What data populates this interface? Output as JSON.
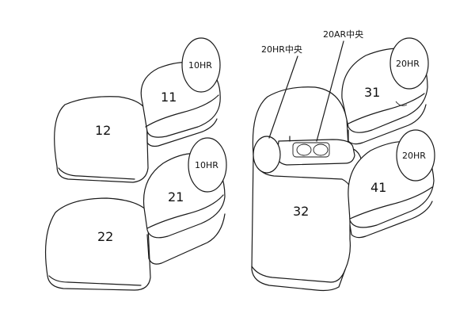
{
  "seats": {
    "s11": "11",
    "s12": "12",
    "s21": "21",
    "s22": "22",
    "s31": "31",
    "s32": "32",
    "s41": "41"
  },
  "headrests": {
    "h10_top": "10HR",
    "h10_mid": "10HR",
    "h20_top": "20HR",
    "h20_mid": "20HR"
  },
  "callouts": {
    "ar_center": "20AR中央",
    "hr_center": "20HR中央"
  },
  "colors": {
    "line": "#1a1a1a",
    "background": "#ffffff"
  }
}
